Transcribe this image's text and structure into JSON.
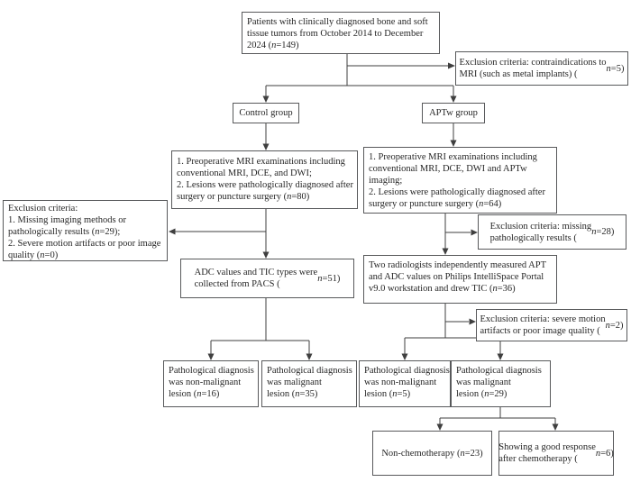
{
  "diagram": {
    "type": "flowchart",
    "colors": {
      "background": "#ffffff",
      "border": "#58595b",
      "line": "#3f3f3f",
      "text": "#262626"
    },
    "nodes": {
      "patients": {
        "text": "Patients with clinically diagnosed bone and soft\ntissue tumors from October 2014 to December\n2024 (n=149)"
      },
      "exclusion_mri": {
        "text": "Exclusion criteria: contraindications to\nMRI (such as metal implants) (n=5)"
      },
      "control_group": {
        "text": "Control group"
      },
      "aptw_group": {
        "text": "APTw group"
      },
      "control_mri": {
        "text": "1. Preoperative MRI examinations including\nconventional MRI, DCE, and DWI;\n2. Lesions were pathologically diagnosed after\nsurgery or puncture surgery (n=80)"
      },
      "aptw_mri": {
        "text": "1. Preoperative MRI examinations including\nconventional MRI, DCE, DWI and APTw\nimaging;\n2. Lesions were pathologically diagnosed after\nsurgery or puncture surgery (n=64)"
      },
      "exclusion_control": {
        "text": "Exclusion criteria:\n1. Missing imaging methods or\npathologically results (n=29);\n2. Severe motion artifacts or poor image\nquality (n=0)"
      },
      "exclusion_pathology": {
        "text": "Exclusion criteria: missing\npathologically results (n=28)"
      },
      "adc_tic": {
        "text": "ADC values and TIC types were\ncollected from PACS (n=51)"
      },
      "radiologists": {
        "text": "Two radiologists independently measured APT\nand ADC values on Philips IntelliSpace Portal\nv9.0 workstation and drew TIC (n=36)"
      },
      "exclusion_motion": {
        "text": "Exclusion criteria: severe motion\nartifacts or poor image quality (n=2)"
      },
      "control_nonmalignant": {
        "text": "Pathological diagnosis\nwas non-malignant\nlesion (n=16)"
      },
      "control_malignant": {
        "text": "Pathological diagnosis\nwas malignant\nlesion (n=35)"
      },
      "aptw_nonmalignant": {
        "text": "Pathological diagnosis\nwas non-malignant\nlesion (n=5)"
      },
      "aptw_malignant": {
        "text": "Pathological diagnosis\nwas malignant\nlesion (n=29)"
      },
      "non_chemotherapy": {
        "text": "Non-chemotherapy (n=23)"
      },
      "chemo_response": {
        "text": "Showing a good response\nafter chemotherapy (n=6)"
      }
    }
  }
}
